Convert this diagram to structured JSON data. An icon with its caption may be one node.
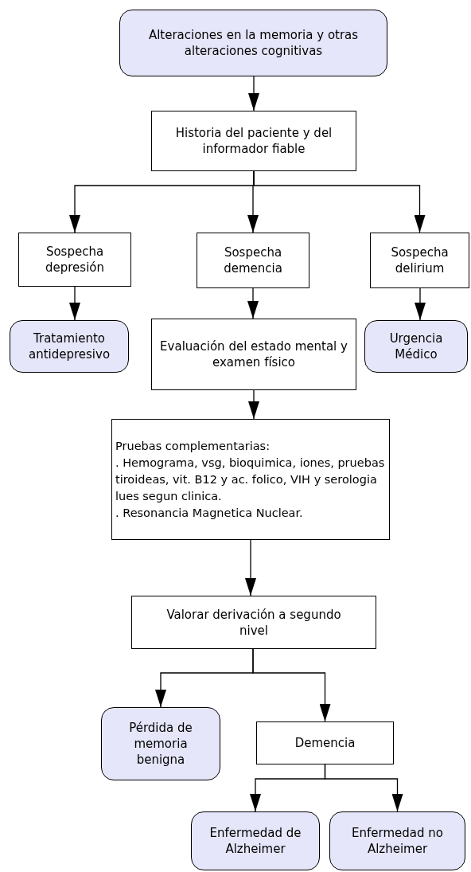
{
  "diagram": {
    "nodes": [
      {
        "text": [
          "Alteraciones en la memoria y otras alteraciones cognitivas"
        ]
      },
      {
        "text": [
          "Historia del paciente y del informador fiable"
        ]
      },
      {
        "text": [
          "Sospecha depresión"
        ]
      },
      {
        "text": [
          "Sospecha demencia"
        ]
      },
      {
        "text": [
          "Sospecha delirium"
        ]
      },
      {
        "text": [
          "Tratamiento antidepresivo"
        ]
      },
      {
        "text": [
          "Evaluación del estado mental y examen físico"
        ]
      },
      {
        "text": [
          "Urgencia Médico"
        ]
      },
      {
        "text": [
          "Pruebas complementarias:",
          ". Hemograma, vsg, bioquimica, iones, pruebas tiroideas, vit. B12 y ac. folico, VIH y serologia lues segun clinica.",
          ". Resonancia Magnetica Nuclear."
        ]
      },
      {
        "text": [
          "Valorar derivación a segundo nivel"
        ]
      },
      {
        "text": [
          "Pérdida de memoria benigna"
        ]
      },
      {
        "text": [
          "Demencia"
        ]
      },
      {
        "text": [
          "Enfermedad de Alzheimer"
        ]
      },
      {
        "text": [
          "Enfermedad no Alzheimer"
        ]
      }
    ],
    "edges": [
      {
        "from": 0,
        "to": 1,
        "arrow": "to"
      },
      {
        "from": 1,
        "to": 2,
        "arrow": "to"
      },
      {
        "from": 1,
        "to": 3,
        "arrow": "to"
      },
      {
        "from": 1,
        "to": 4,
        "arrow": "to"
      },
      {
        "from": 2,
        "to": 5,
        "arrow": "to"
      },
      {
        "from": 3,
        "to": 6,
        "arrow": "to"
      },
      {
        "from": 4,
        "to": 7,
        "arrow": "to"
      },
      {
        "from": 6,
        "to": 8,
        "arrow": "to"
      },
      {
        "from": 8,
        "to": 9,
        "arrow": "to"
      },
      {
        "from": 9,
        "to": 10,
        "arrow": "to"
      },
      {
        "from": 9,
        "to": 11,
        "arrow": "to"
      },
      {
        "from": 11,
        "to": 12,
        "arrow": "to"
      },
      {
        "from": 11,
        "to": 13,
        "arrow": "to"
      }
    ]
  }
}
